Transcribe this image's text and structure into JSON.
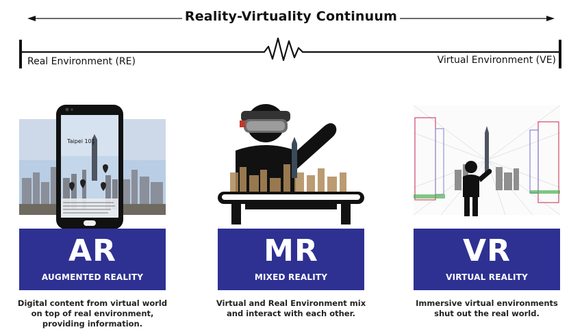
{
  "continuum": {
    "title": "Reality-Virtuality Continuum",
    "left_label": "Real Environment (RE)",
    "right_label": "Virtual Environment (VE)"
  },
  "columns": [
    {
      "abbr": "AR",
      "full": "AUGMENTED REALITY",
      "description_lines": [
        "Digital content from virtual world",
        "on top of real environment,",
        "providing information."
      ],
      "phone_label": "Taipei 101"
    },
    {
      "abbr": "MR",
      "full": "MIXED REALITY",
      "description_lines": [
        "Virtual and Real Environment mix",
        "and interact with each other."
      ]
    },
    {
      "abbr": "VR",
      "full": "VIRTUAL REALITY",
      "description_lines": [
        "Immersive virtual  environments",
        "shut out the real world."
      ]
    }
  ],
  "colors": {
    "badge": "#2e3192",
    "figure": "#111111",
    "sky": "#b9cde4"
  },
  "icons": [
    "arrow-left-icon",
    "arrow-right-icon",
    "zigzag-icon",
    "smartphone-icon",
    "map-pin-icon",
    "headset-icon",
    "person-icon"
  ]
}
